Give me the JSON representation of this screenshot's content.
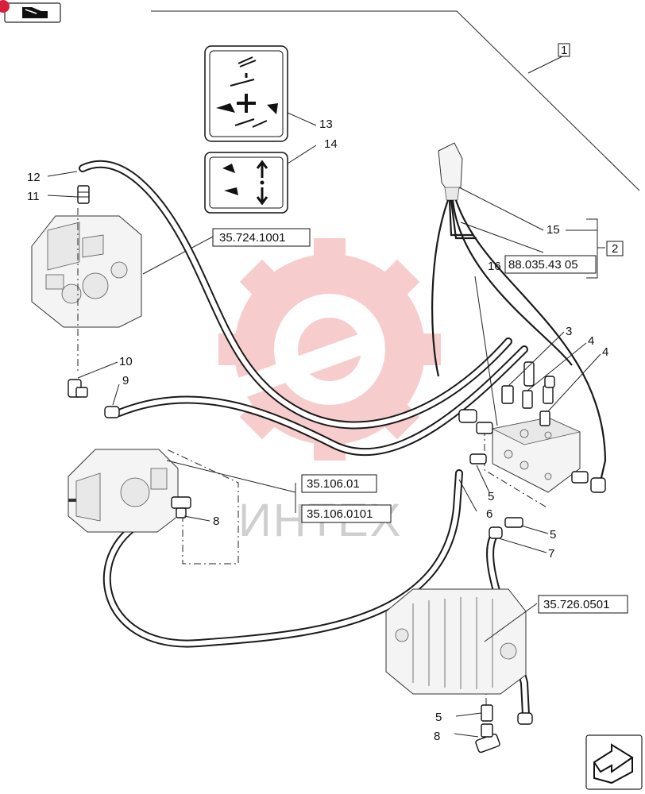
{
  "callouts": {
    "c1": "1",
    "c2": "2",
    "c3": "3",
    "c4a": "4",
    "c4b": "4",
    "c5a": "5",
    "c5b": "5",
    "c5c": "5",
    "c6": "6",
    "c7": "7",
    "c8a": "8",
    "c8b": "8",
    "c9": "9",
    "c10": "10",
    "c11": "11",
    "c12": "12",
    "c13": "13",
    "c14": "14",
    "c15": "15",
    "c16": "16"
  },
  "references": {
    "r1": "35.724.1001",
    "r2": "88.035.43 05",
    "r3": "35.106.01",
    "r4": "35.106.0101",
    "r5": "35.726.0501"
  },
  "watermark": "ИНТЕХ",
  "colors": {
    "watermark_logo": "#e23a3a",
    "badge": "#d8203a"
  },
  "icons": {
    "top_badge": "book-icon",
    "bottom_nav": "arrow-nav-icon"
  }
}
